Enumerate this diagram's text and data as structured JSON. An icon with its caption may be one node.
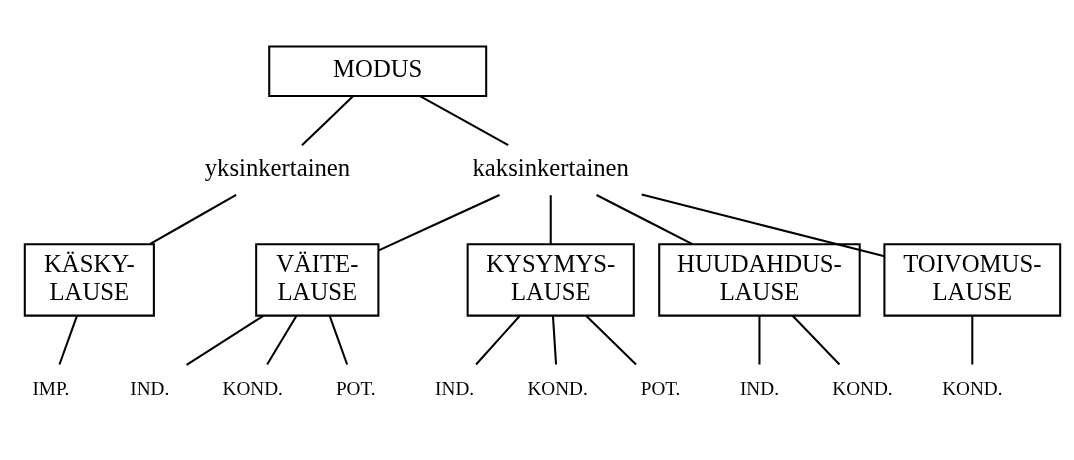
{
  "diagram": {
    "nodes": [
      {
        "text": [
          "MODUS"
        ]
      },
      {
        "text": [
          "yksinkertainen"
        ]
      },
      {
        "text": [
          "kaksinkertainen"
        ]
      },
      {
        "text": [
          "KÄSKY- LAUSE"
        ]
      },
      {
        "text": [
          "VÄITE- LAUSE"
        ]
      },
      {
        "text": [
          "KYSYMYS- LAUSE"
        ]
      },
      {
        "text": [
          "HUUDAHDUS- LAUSE"
        ]
      },
      {
        "text": [
          "TOIVOMUS- LAUSE"
        ]
      },
      {
        "text": [
          "IMP."
        ]
      },
      {
        "text": [
          "IND."
        ]
      },
      {
        "text": [
          "KOND."
        ]
      },
      {
        "text": [
          "POT."
        ]
      },
      {
        "text": [
          "IND."
        ]
      },
      {
        "text": [
          "KOND."
        ]
      },
      {
        "text": [
          "POT."
        ]
      },
      {
        "text": [
          "IND."
        ]
      },
      {
        "text": [
          "KOND."
        ]
      },
      {
        "text": [
          "KOND."
        ]
      }
    ],
    "edges": [
      {
        "from": 0,
        "to": 1,
        "arrow": "none"
      },
      {
        "from": 0,
        "to": 2,
        "arrow": "none"
      },
      {
        "from": 1,
        "to": 3,
        "arrow": "none"
      },
      {
        "from": 2,
        "to": 4,
        "arrow": "none"
      },
      {
        "from": 2,
        "to": 5,
        "arrow": "none"
      },
      {
        "from": 2,
        "to": 6,
        "arrow": "none"
      },
      {
        "from": 2,
        "to": 7,
        "arrow": "none"
      },
      {
        "from": 3,
        "to": 8,
        "arrow": "none"
      },
      {
        "from": 4,
        "to": 9,
        "arrow": "none"
      },
      {
        "from": 4,
        "to": 10,
        "arrow": "none"
      },
      {
        "from": 4,
        "to": 11,
        "arrow": "none"
      },
      {
        "from": 5,
        "to": 12,
        "arrow": "none"
      },
      {
        "from": 5,
        "to": 13,
        "arrow": "none"
      },
      {
        "from": 5,
        "to": 14,
        "arrow": "none"
      },
      {
        "from": 6,
        "to": 15,
        "arrow": "none"
      },
      {
        "from": 6,
        "to": 16,
        "arrow": "none"
      },
      {
        "from": 7,
        "to": 17,
        "arrow": "none"
      }
    ]
  }
}
